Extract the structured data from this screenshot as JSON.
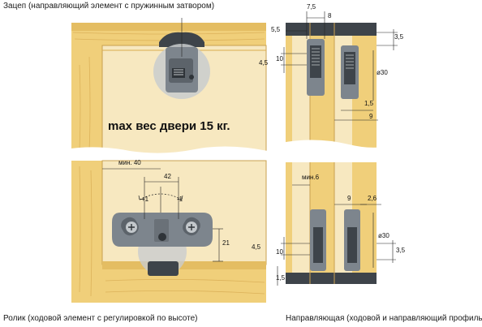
{
  "labels": {
    "catch_title": "Зацеп (направляющий элемент с пружинным затвором)",
    "max_weight": "max вес двери 15 кг.",
    "roller_title": "Ролик (ходовой элемент с регулировкой по высоте)",
    "rail_title": "Направляющая (ходовой и направляющий профиль)"
  },
  "dimensions": {
    "min40": "мин. 40",
    "d42": "42",
    "plus1": "+1",
    "minus1": "-1",
    "d21": "21",
    "d7_5": "7,5",
    "d8": "8",
    "d5_5": "5,5",
    "d10_top": "10",
    "d4_5_top": "4,5",
    "d3_5_top": "3,5",
    "dia30_top": "ø30",
    "d1_5_top": "1,5",
    "d9_top": "9",
    "min6": "мин.6",
    "d9_bot": "9",
    "d2_6": "2,6",
    "dia30_bot": "ø30",
    "d3_5_bot": "3,5",
    "d4_5_bot": "4,5",
    "d10_bot": "10",
    "d1_5_bot": "1,5"
  },
  "colors": {
    "wood": "#f0cf7a",
    "wood_dark": "#d8ad4e",
    "panel": "#f7e8c0",
    "metal": "#7d858d",
    "metal_dark": "#3e444a",
    "line": "#222222"
  }
}
